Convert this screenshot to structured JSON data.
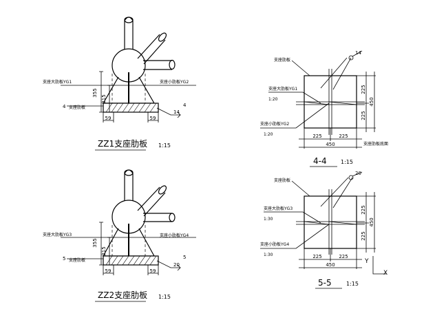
{
  "details": [
    {
      "title": "ZZ1支座肋板",
      "scale": "1:15",
      "rib_left_label": "支座大肋板YG1",
      "rib_right_label": "支座小肋板YG2",
      "base_label": "支座肋板",
      "section_mark": "4",
      "dim_height": "215",
      "dim_total": "355",
      "dim_edge_left": "59",
      "dim_edge_right": "59",
      "weld_size": "14"
    },
    {
      "title": "ZZ2支座肋板",
      "scale": "1:15",
      "rib_left_label": "支座大肋板YG3",
      "rib_right_label": "支座小肋板YG4",
      "base_label": "支座肋板",
      "section_mark": "5",
      "dim_height": "215",
      "dim_total": "355",
      "dim_edge_left": "59",
      "dim_edge_right": "59",
      "weld_size": "20"
    }
  ],
  "sections": [
    {
      "title": "4-4",
      "scale": "1:15",
      "top_label": "支座肋板",
      "label_a": "支座大肋板YG1",
      "ratio_a": "1:20",
      "label_b": "支座小肋板YG2",
      "ratio_b": "1:20",
      "bottom_note": "支座肋板底面",
      "weld_size": "14",
      "dims": {
        "w_half_1": "225",
        "w_half_2": "225",
        "w_total": "450",
        "h_half_1": "225",
        "h_half_2": "225",
        "h_total": "450"
      }
    },
    {
      "title": "5-5",
      "scale": "1:15",
      "top_label": "支座肋板",
      "label_a": "支座大肋板YG3",
      "ratio_a": "1:30",
      "label_b": "支座小肋板YG4",
      "ratio_b": "1:30",
      "weld_size": "20",
      "dims": {
        "w_half_1": "225",
        "w_half_2": "225",
        "w_total": "450",
        "h_half_1": "225",
        "h_half_2": "225",
        "h_total": "450"
      }
    }
  ],
  "axes": {
    "y": "Y",
    "x": "X"
  }
}
